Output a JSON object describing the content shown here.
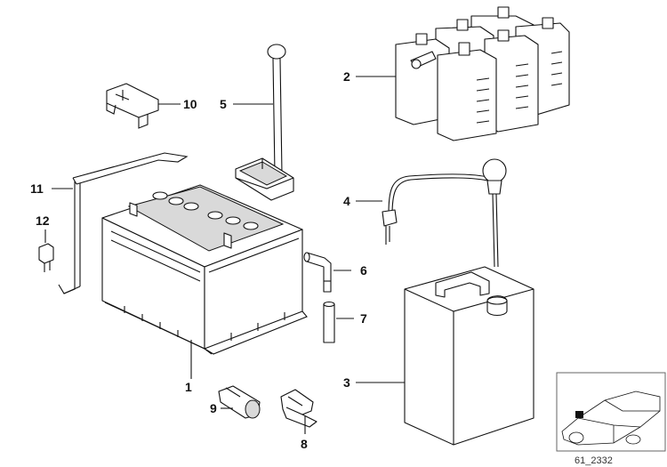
{
  "diagram": {
    "callouts": [
      {
        "id": "1",
        "label": "1"
      },
      {
        "id": "2",
        "label": "2"
      },
      {
        "id": "3",
        "label": "3"
      },
      {
        "id": "4",
        "label": "4"
      },
      {
        "id": "5",
        "label": "5"
      },
      {
        "id": "6",
        "label": "6"
      },
      {
        "id": "7",
        "label": "7"
      },
      {
        "id": "8",
        "label": "8"
      },
      {
        "id": "9",
        "label": "9"
      },
      {
        "id": "10",
        "label": "10"
      },
      {
        "id": "11",
        "label": "11"
      },
      {
        "id": "12",
        "label": "12"
      }
    ],
    "diagram_id": "61_2332"
  }
}
